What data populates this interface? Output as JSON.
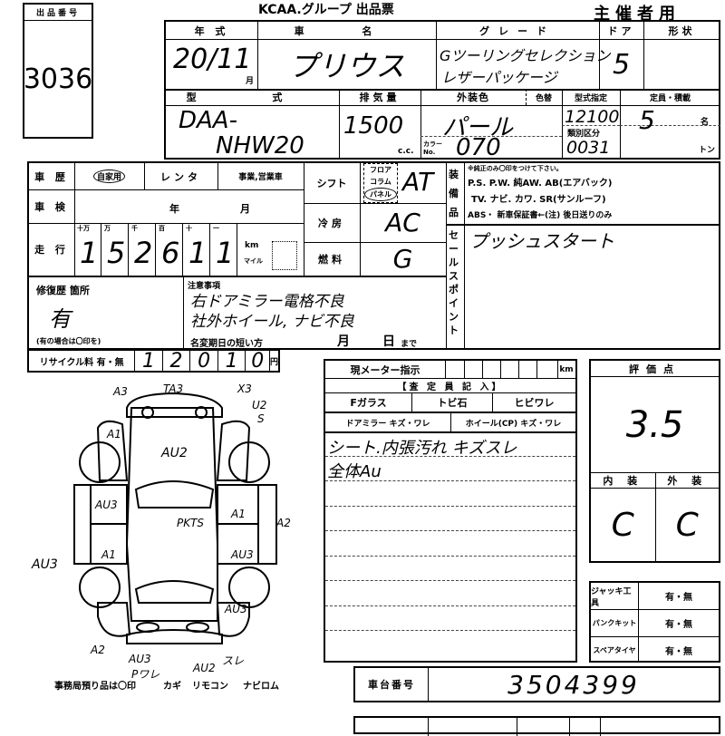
{
  "header": {
    "org": "KCAA.グループ 出品票",
    "copy_type": "主催者用"
  },
  "lot": {
    "label": "出品番号",
    "number": "3036"
  },
  "vehicle": {
    "year_label": "年 式",
    "year": "20/11",
    "month_unit": "月",
    "name_label": "車 名",
    "name": "プリウス",
    "grade_label": "グレード",
    "grade_line1": "Gツーリングセレクション",
    "grade_line2": "レザーパッケージ",
    "door_label": "ドア",
    "doors": "5",
    "shape_label": "形状",
    "model_label": "型 式",
    "model_line1": "DAA-",
    "model_line2": "NHW20",
    "displacement_label": "排気量",
    "displacement": "1500",
    "cc_unit": "c.c.",
    "color_label": "外装色",
    "color": "パール",
    "color_no_label": "カラーNo.",
    "color_no": "070",
    "color_change_label": "色替",
    "type_designation_label": "型式指定",
    "type_designation": "12100",
    "category_label": "類別区分",
    "category": "0031",
    "capacity_label": "定員・積載",
    "capacity": "5",
    "capacity_unit": "名",
    "load_unit": "トン"
  },
  "history": {
    "label": "車 歴",
    "private": "自家用",
    "rental": "レンタ",
    "business": "事業,営業車",
    "inspection_label": "車 検",
    "year_unit": "年",
    "month_unit": "月",
    "mileage_label": "走 行",
    "digit_labels": [
      "十万",
      "万",
      "千",
      "百",
      "十",
      "一"
    ],
    "mileage_digits": [
      "1",
      "5",
      "2",
      "6",
      "1",
      "1"
    ],
    "km_label": "km",
    "mile_label": "マイル"
  },
  "drive": {
    "shift_label": "シフト",
    "shift_options": [
      "フロア",
      "コラム",
      "パネル"
    ],
    "shift": "AT",
    "ac_label": "冷房",
    "ac": "AC",
    "fuel_label": "燃料",
    "fuel": "G"
  },
  "equipment": {
    "label": "装備品",
    "note": "※純正のみ〇印をつけて下さい。",
    "line1": "P.S. P.W. 純AW. AB(エアバック)",
    "line2": "TV. ナビ. カワ. SR(サンルーフ)",
    "line3": "ABS・ 新車保証書←(注) 後日送りのみ"
  },
  "sales_point": {
    "label": "セールスポイント",
    "text": "プッシュスタート"
  },
  "repair": {
    "label": "修復歴 箇所",
    "value": "有",
    "hint": "(有の場合は〇印を)"
  },
  "notes": {
    "label": "注意事項",
    "line1": "右ドアミラー電格不良",
    "line2": "社外ホイール, ナビ不良",
    "name_change_label": "名変期日の短い方",
    "month_unit": "月",
    "day_unit": "日",
    "until": "まで"
  },
  "recycle": {
    "label": "リサイクル料 有・無",
    "digits": [
      "1",
      "2",
      "0",
      "1",
      "0"
    ],
    "unit": "円"
  },
  "inspector": {
    "meter_label": "現メーター指示",
    "meter_unit": "km",
    "entry_label": "【査 定 員 記 入】",
    "fglass_label": "Fガラス",
    "chip_label": "トビ石",
    "crack_label": "ヒビワレ",
    "mirror_label": "ドアミラー キズ・ワレ",
    "wheel_label": "ホイール(CP) キズ・ワレ",
    "comment_line1": "シート.内張汚れ キズスレ",
    "comment_line2": "全体Au"
  },
  "score": {
    "label": "評価点",
    "value": "3.5",
    "interior_label": "内 装",
    "exterior_label": "外 装",
    "interior": "C",
    "exterior": "C"
  },
  "accessories": [
    {
      "label": "ジャッキ工具",
      "value": "有・無"
    },
    {
      "label": "パンクキット",
      "value": "有・無"
    },
    {
      "label": "スペアタイヤ",
      "value": "有・無"
    }
  ],
  "chassis": {
    "label": "車台番号",
    "number": "3504399"
  },
  "diagram": {
    "footer": "事務局預り品は〇印",
    "items": [
      "カギ",
      "リモコン",
      "ナビロム"
    ],
    "marks": [
      "A3",
      "TA3",
      "X3",
      "U2",
      "S",
      "A1",
      "AU2",
      "AU3",
      "A1",
      "PKTS",
      "A2",
      "A1",
      "AU3",
      "AU3",
      "AU3",
      "A2",
      "AU3",
      "Pワレ",
      "AU2",
      "スレ"
    ]
  }
}
